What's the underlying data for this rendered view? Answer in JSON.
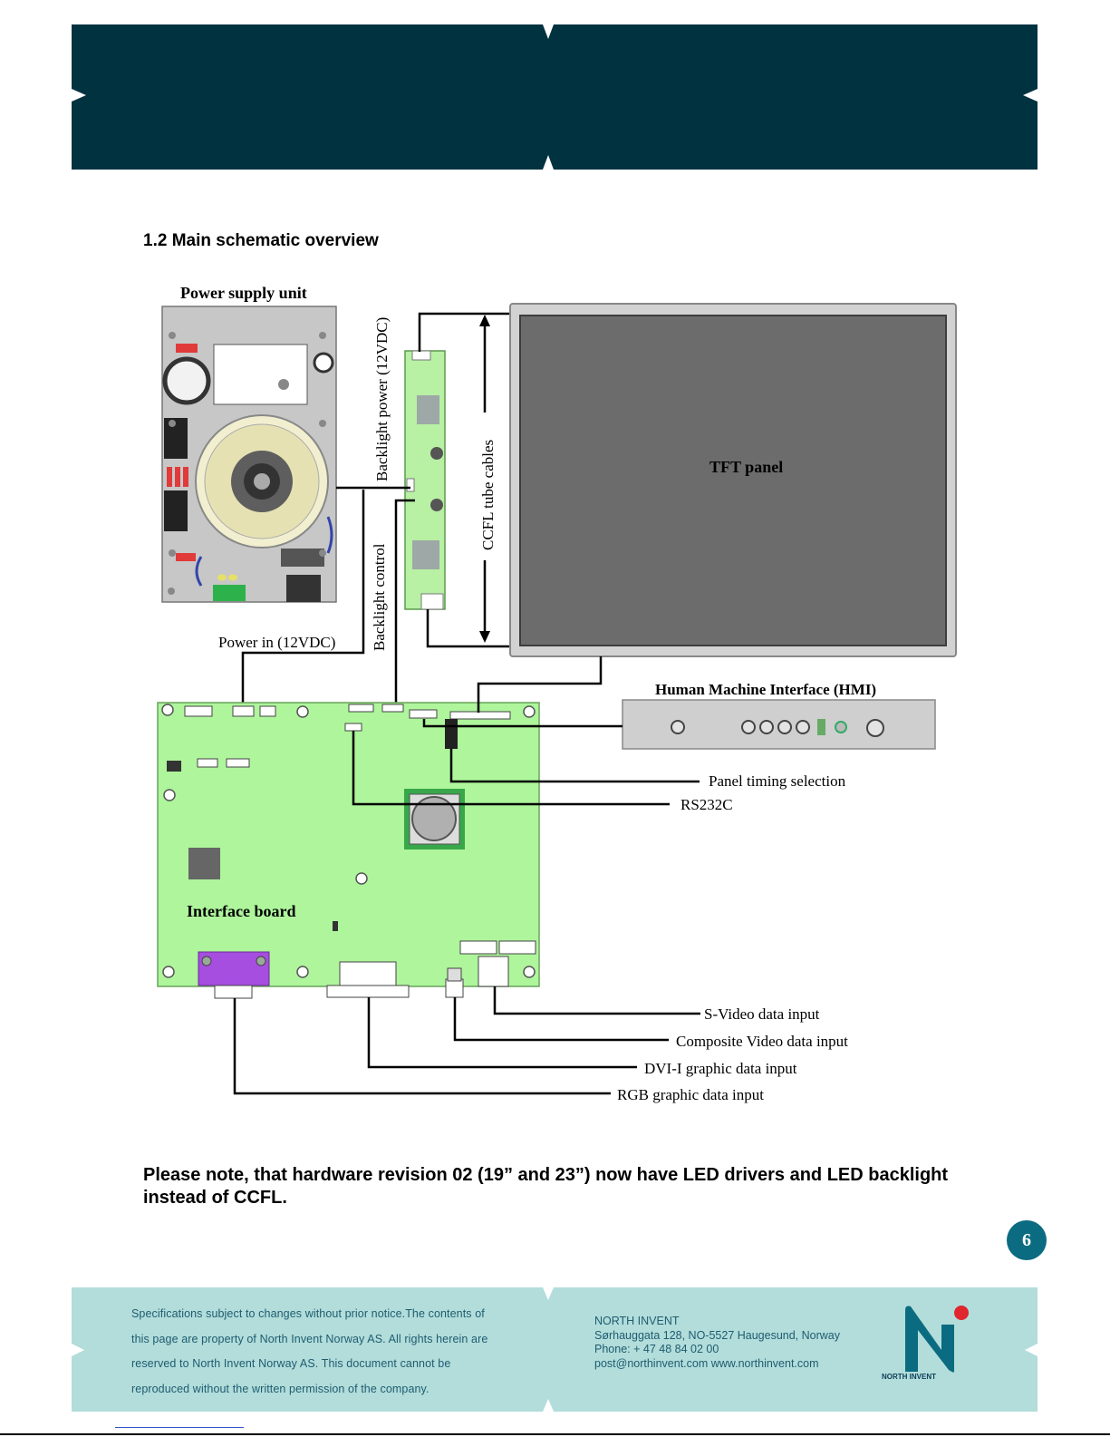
{
  "section_title": "1.2 Main schematic overview",
  "diagram": {
    "power_supply_label": "Power supply unit",
    "backlight_power_label": "Backlight power (12VDC)",
    "backlight_control_label": "Backlight control",
    "ccfl_label": "CCFL tube cables",
    "tft_label": "TFT panel",
    "power_in_label": "Power in (12VDC)",
    "hmi_label": "Human Machine Interface  (HMI)",
    "panel_timing_label": "Panel timing selection",
    "rs232_label": "RS232C",
    "interface_board_label": "Interface board",
    "svideo_label": "S-Video data input",
    "composite_label": "Composite Video data input",
    "dvi_label": "DVI-I graphic data input",
    "rgb_label": "RGB graphic  data input"
  },
  "note": "Please note, that hardware revision 02 (19” and 23”) now have LED drivers and LED backlight instead of CCFL.",
  "page_number": "6",
  "footer": {
    "legal_lines": [
      "Specifications subject to changes without prior notice.The contents of",
      "this page are property of North Invent Norway AS.  All rights herein are",
      "reserved to North Invent Norway AS.  This document cannot be",
      "reproduced without the written permission of the company."
    ],
    "company": "NORTH INVENT",
    "address": "Sørhauggata 128, NO-5527 Haugesund, Norway",
    "phone": "Phone: + 47 48 84 02 00",
    "web": "post@northinvent.com  www.northinvent.com",
    "logo_text": "NORTH INVENT"
  },
  "colors": {
    "header": "#00323f",
    "footer": "#b2dddb",
    "accent": "#0b6b80",
    "board_green": "#aef59c",
    "logo_dot": "#e0262e"
  }
}
